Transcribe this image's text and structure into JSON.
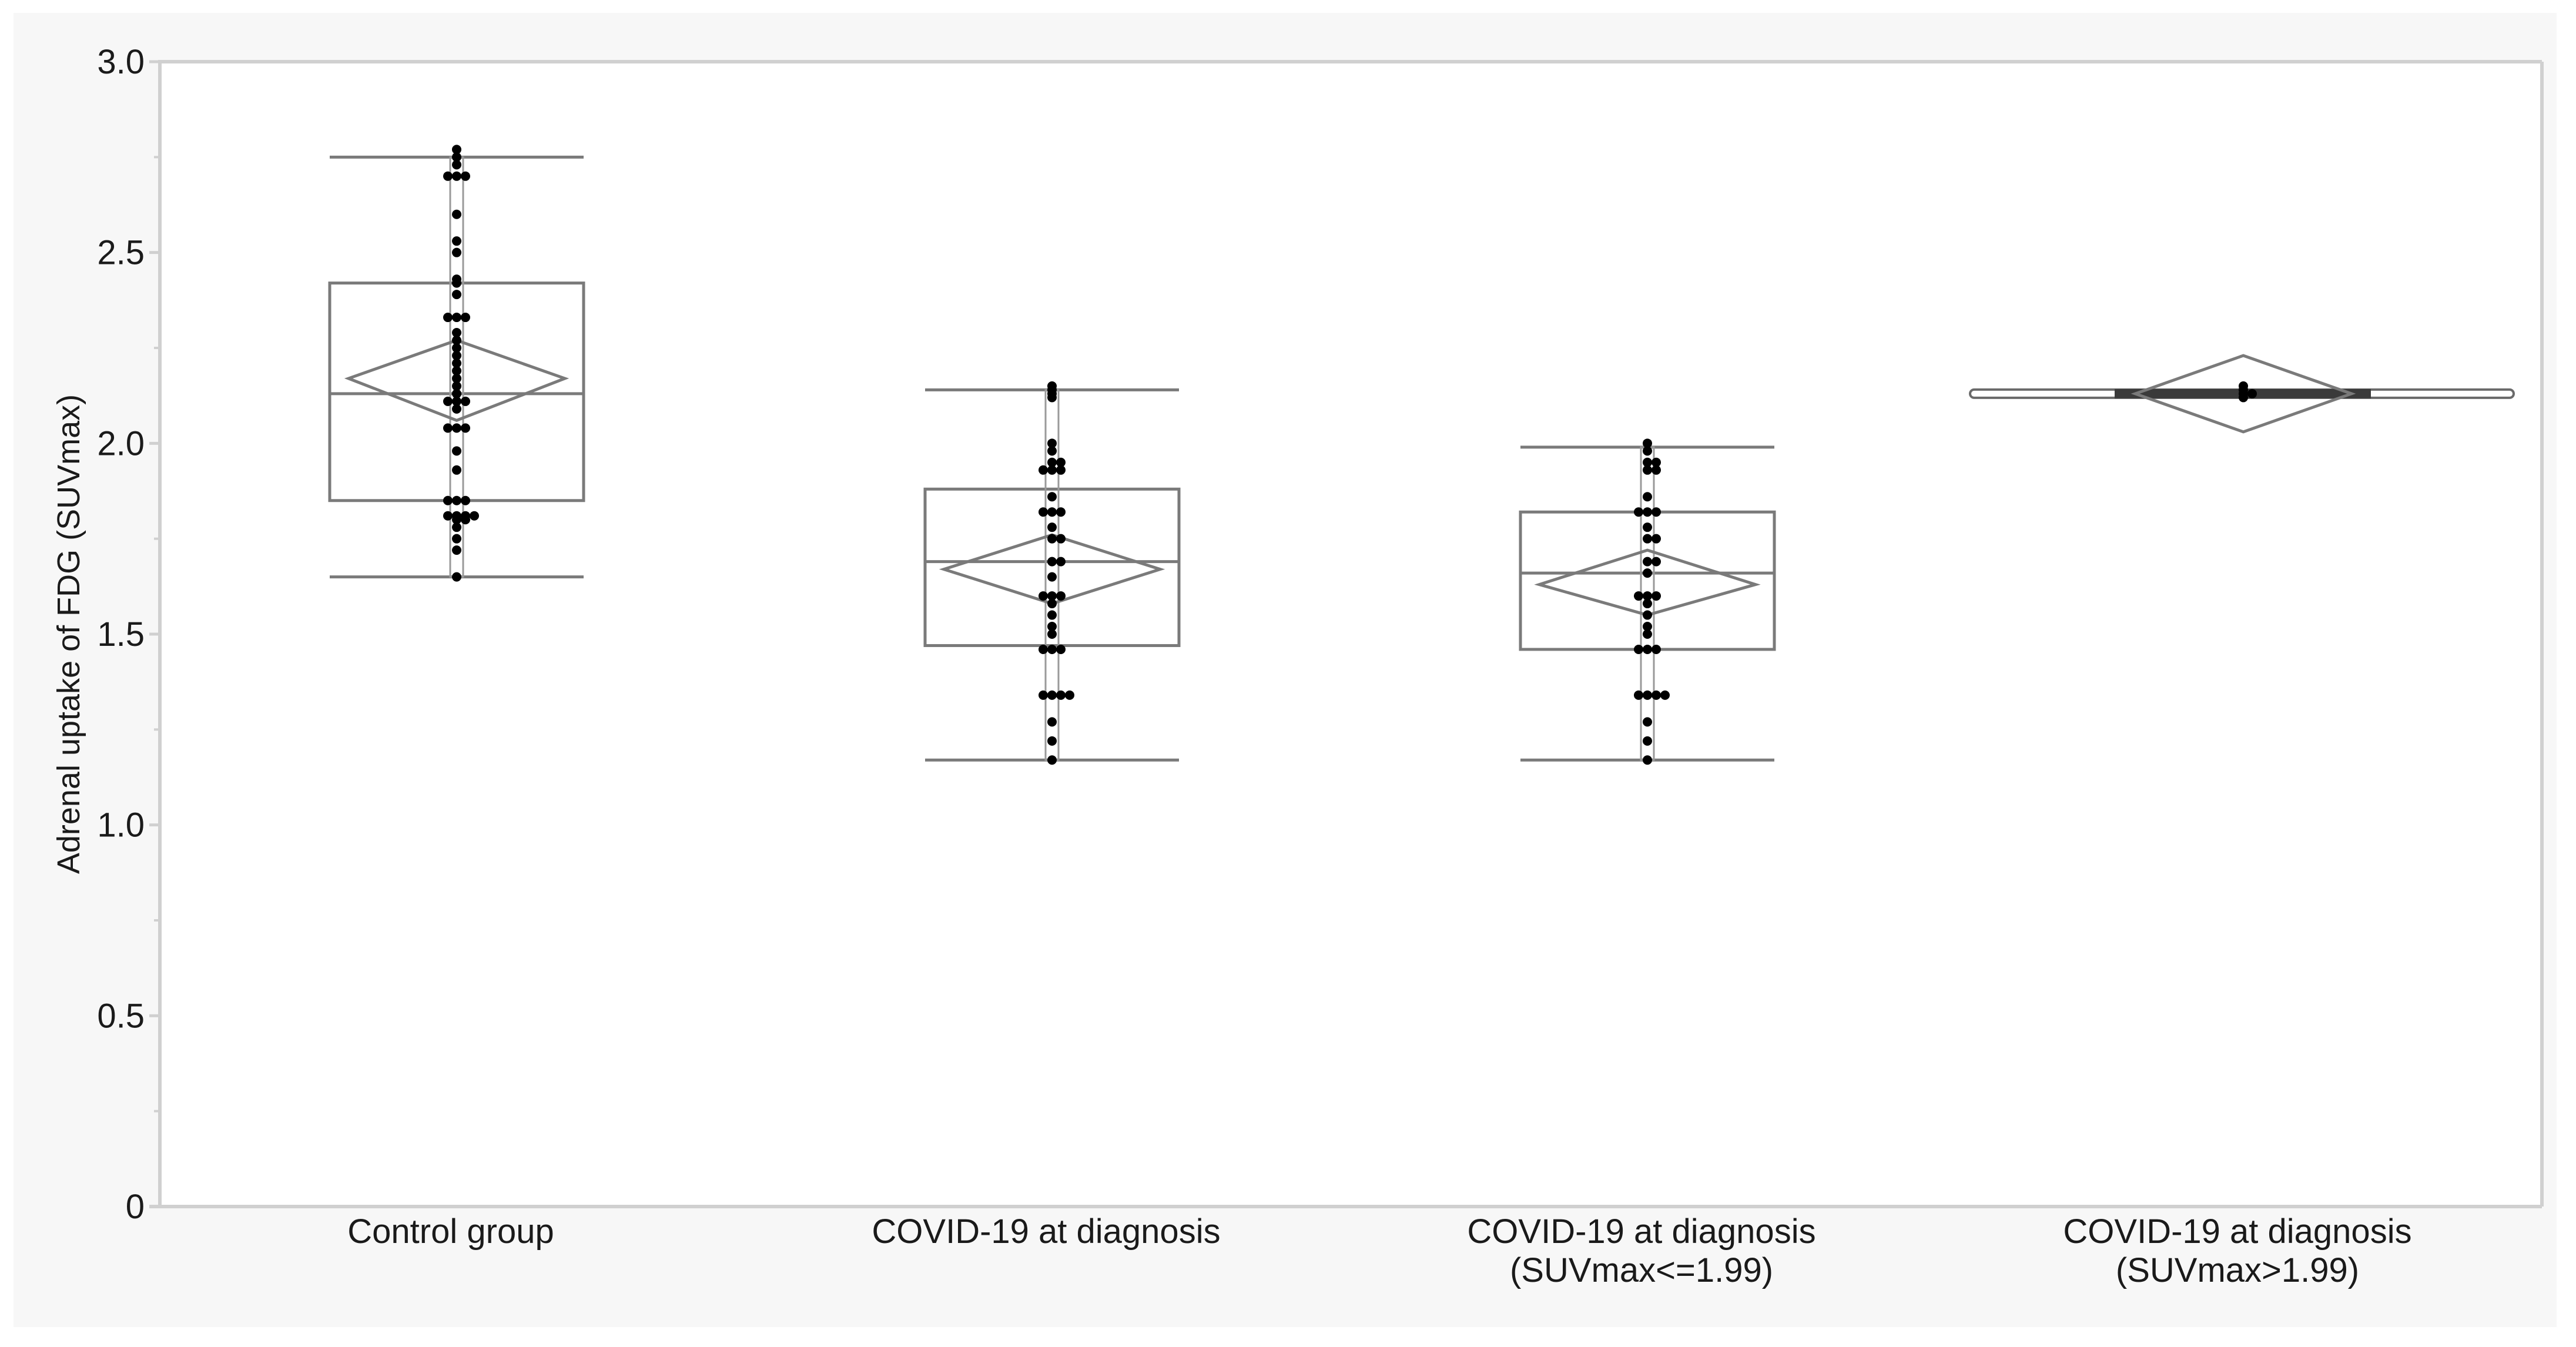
{
  "chart_data": {
    "type": "box",
    "title": "",
    "xlabel": "",
    "ylabel": "Adrenal uptake of FDG (SUVmax)",
    "ylim": [
      0,
      3.0
    ],
    "yticks": [
      0,
      0.5,
      1.0,
      1.5,
      2.0,
      2.5,
      3.0
    ],
    "ytick_labels": [
      "0",
      "0.5",
      "1.0",
      "1.5",
      "2.0",
      "2.5",
      "3.0"
    ],
    "minor_yticks": [
      0.25,
      0.75,
      1.25,
      1.75,
      2.25,
      2.75
    ],
    "grid": false,
    "legend": null,
    "categories": [
      "Control group",
      "COVID-19 at diagnosis",
      "COVID-19 at diagnosis (SUVmax<=1.99)",
      "COVID-19 at diagnosis (SUVmax>1.99)"
    ],
    "category_label_lines": [
      [
        "Control group"
      ],
      [
        "COVID-19 at diagnosis"
      ],
      [
        "COVID-19 at diagnosis",
        "(SUVmax<=1.99)"
      ],
      [
        "COVID-19 at diagnosis",
        "(SUVmax>1.99)"
      ]
    ],
    "series": [
      {
        "name": "Control group",
        "whisker_low": 1.65,
        "q1": 1.85,
        "median": 2.13,
        "q3": 2.42,
        "whisker_high": 2.75,
        "mean": 2.17,
        "mean_ci_low": 2.06,
        "mean_ci_high": 2.27,
        "points": [
          2.77,
          2.75,
          2.73,
          2.7,
          2.7,
          2.7,
          2.6,
          2.53,
          2.5,
          2.43,
          2.42,
          2.39,
          2.33,
          2.33,
          2.33,
          2.29,
          2.27,
          2.25,
          2.23,
          2.21,
          2.19,
          2.17,
          2.15,
          2.13,
          2.11,
          2.11,
          2.11,
          2.09,
          2.04,
          2.04,
          2.04,
          1.98,
          1.93,
          1.85,
          1.85,
          1.85,
          1.81,
          1.81,
          1.81,
          1.81,
          1.8,
          1.8,
          1.78,
          1.75,
          1.72,
          1.65
        ]
      },
      {
        "name": "COVID-19 at diagnosis",
        "whisker_low": 1.17,
        "q1": 1.47,
        "median": 1.69,
        "q3": 1.88,
        "whisker_high": 2.14,
        "mean": 1.67,
        "mean_ci_low": 1.58,
        "mean_ci_high": 1.76,
        "points": [
          2.15,
          2.14,
          2.13,
          2.12,
          2.0,
          1.98,
          1.95,
          1.95,
          1.93,
          1.93,
          1.93,
          1.86,
          1.82,
          1.82,
          1.82,
          1.78,
          1.75,
          1.75,
          1.69,
          1.69,
          1.65,
          1.6,
          1.6,
          1.6,
          1.58,
          1.55,
          1.52,
          1.5,
          1.46,
          1.46,
          1.46,
          1.34,
          1.34,
          1.34,
          1.34,
          1.27,
          1.22,
          1.17
        ]
      },
      {
        "name": "COVID-19 at diagnosis (SUVmax<=1.99)",
        "whisker_low": 1.17,
        "q1": 1.46,
        "median": 1.66,
        "q3": 1.82,
        "whisker_high": 1.99,
        "mean": 1.63,
        "mean_ci_low": 1.55,
        "mean_ci_high": 1.72,
        "points": [
          2.0,
          1.98,
          1.95,
          1.95,
          1.93,
          1.93,
          1.86,
          1.82,
          1.82,
          1.82,
          1.78,
          1.75,
          1.75,
          1.69,
          1.69,
          1.66,
          1.6,
          1.6,
          1.6,
          1.58,
          1.55,
          1.52,
          1.5,
          1.46,
          1.46,
          1.46,
          1.34,
          1.34,
          1.34,
          1.34,
          1.27,
          1.22,
          1.17
        ]
      },
      {
        "name": "COVID-19 at diagnosis (SUVmax>1.99)",
        "whisker_low": 2.13,
        "q1": 2.13,
        "median": 2.13,
        "q3": 2.13,
        "whisker_high": 2.13,
        "mean": 2.13,
        "mean_ci_low": 2.03,
        "mean_ci_high": 2.23,
        "points": [
          2.15,
          2.14,
          2.13,
          2.13,
          2.12
        ]
      }
    ]
  },
  "colors": {
    "panel_background": "#f7f7f7",
    "plot_background": "#ffffff",
    "axis": "#d0d0d0",
    "box_stroke": "#7a7a7a",
    "diamond_stroke": "#7a7a7a",
    "point_fill": "#000000",
    "text": "#1a1a1a"
  }
}
